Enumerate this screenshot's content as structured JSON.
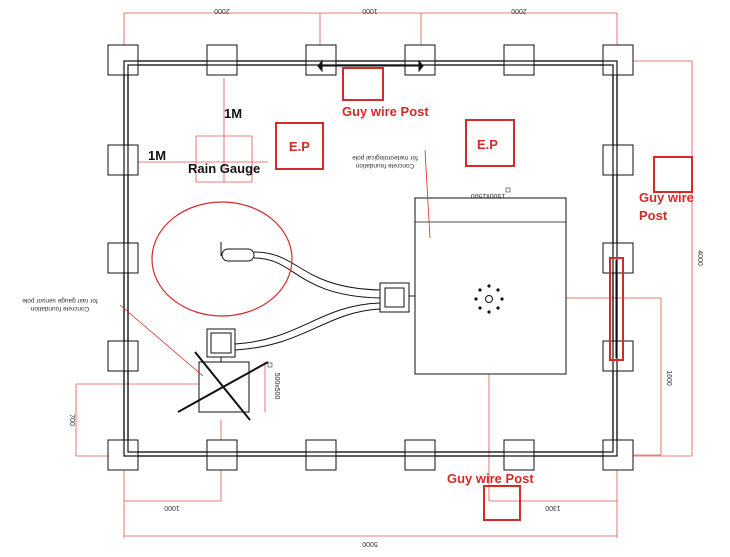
{
  "colors": {
    "red": "#d42a2a",
    "dim_line": "#e05555",
    "black": "#111111"
  },
  "dimensions": {
    "top_left": "2000",
    "top_mid": "1000",
    "top_right": "2000",
    "right_total": "4000",
    "right_partial": "1600",
    "bottom_left": "1000",
    "bottom_right": "1300",
    "bottom_total": "5000",
    "left_small": "700",
    "foundation_large": "1500x1500",
    "foundation_small": "500x500"
  },
  "labels": {
    "guy_wire_top": "Guy wire Post",
    "guy_wire_right_line1": "Guy wire",
    "guy_wire_right_line2": "Post",
    "guy_wire_bottom": "Guy wire Post",
    "ep_left": "E.P",
    "ep_right": "E.P",
    "rain_gauge": "Rain Gauge",
    "one_m_vertical": "1M",
    "one_m_horizontal": "1M"
  },
  "notes": {
    "met_pole_line1": "Concrete foundation",
    "met_pole_line2": "for meteorological pole",
    "rain_pole_line1": "Concrete foundation",
    "rain_pole_line2": "for rain gauge sensor pole"
  }
}
